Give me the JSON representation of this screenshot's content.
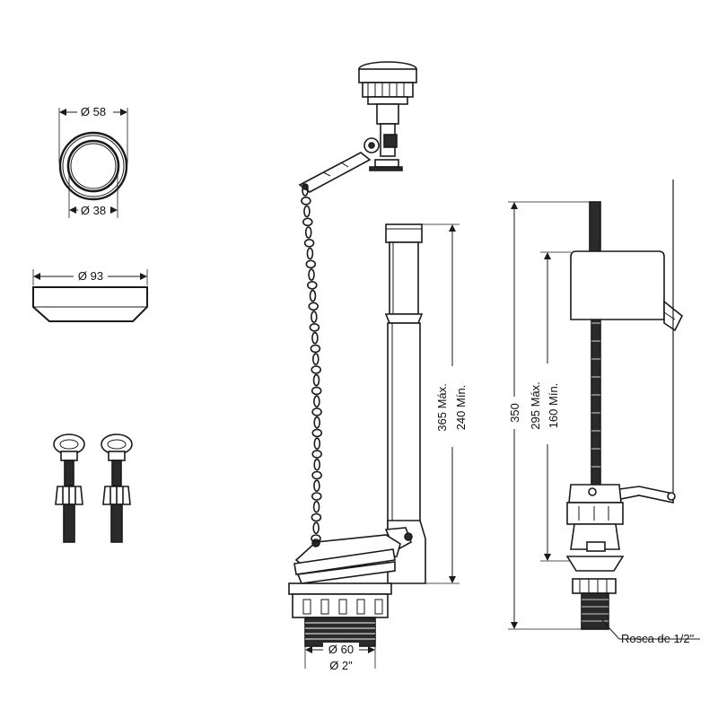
{
  "labels": {
    "button_outer_dia": "Ø 58",
    "button_inner_dia": "Ø 38",
    "gasket_dia": "Ø 93",
    "flush_height_max": "365 Máx.",
    "flush_height_min": "240 Mín.",
    "flush_base_dia": "Ø 60",
    "flush_thread_dia": "Ø 2\"",
    "fill_total_height": "350",
    "fill_height_max": "295 Máx.",
    "fill_height_min": "160 Mín.",
    "fill_thread": "Rosca de 1/2\""
  },
  "colors": {
    "line": "#1a1a1a",
    "fill_light": "#f2f2f2",
    "fill_dark": "#2a2a2a"
  }
}
